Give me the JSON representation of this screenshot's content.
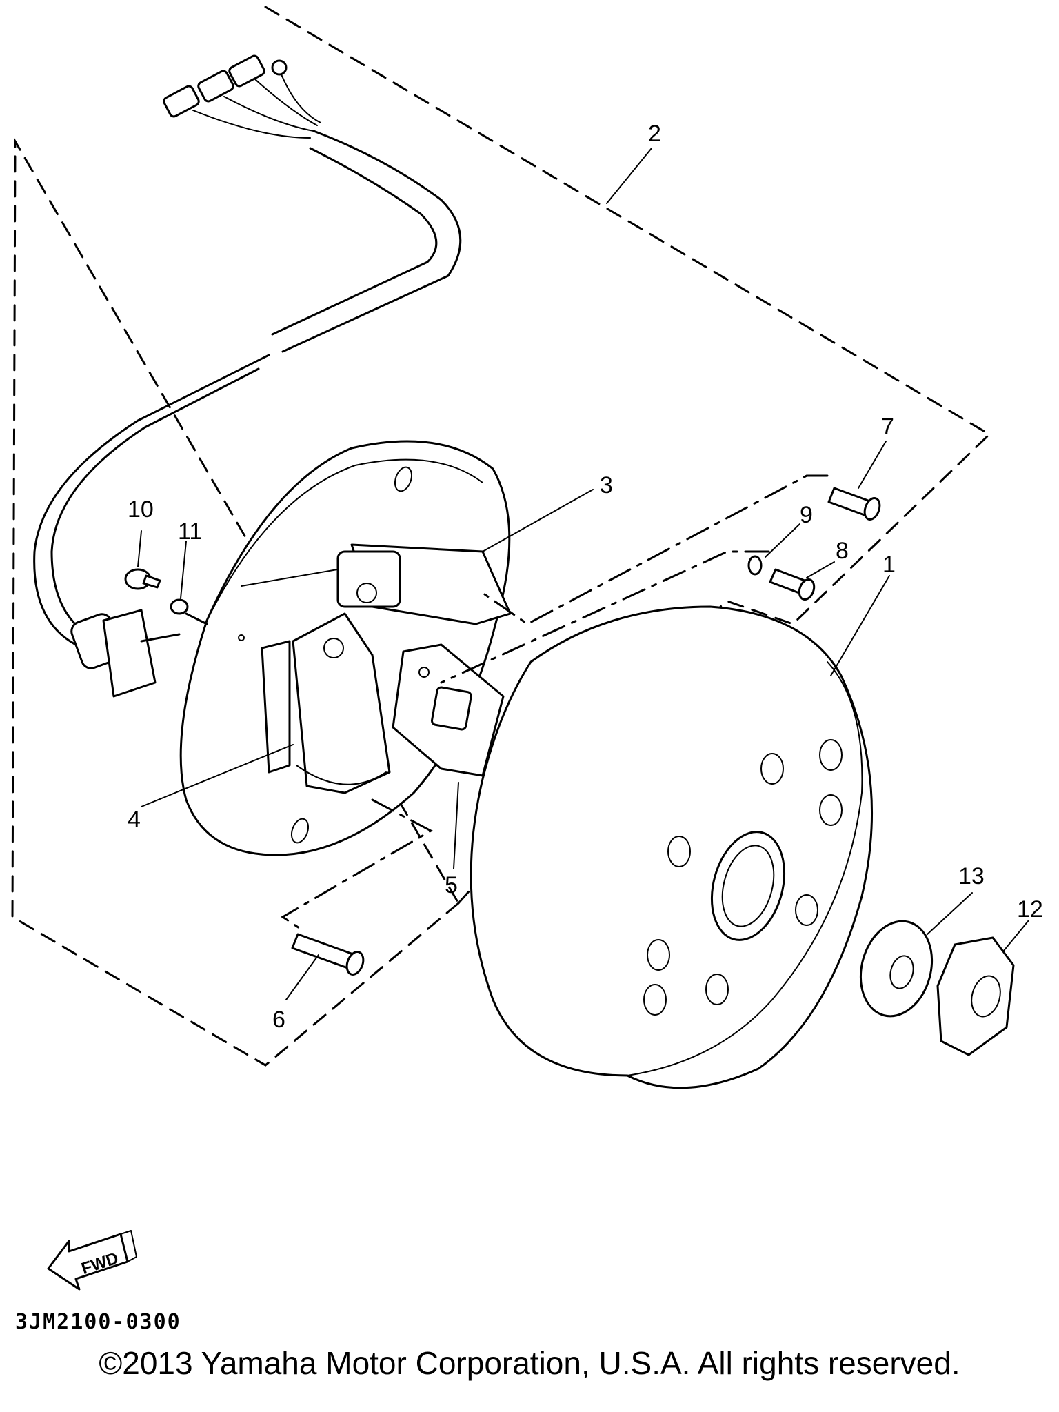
{
  "diagram": {
    "callouts": [
      {
        "id": "1",
        "text": "1"
      },
      {
        "id": "2",
        "text": "2"
      },
      {
        "id": "3",
        "text": "3"
      },
      {
        "id": "4",
        "text": "4"
      },
      {
        "id": "5",
        "text": "5"
      },
      {
        "id": "6",
        "text": "6"
      },
      {
        "id": "7",
        "text": "7"
      },
      {
        "id": "8",
        "text": "8"
      },
      {
        "id": "9",
        "text": "9"
      },
      {
        "id": "10",
        "text": "10"
      },
      {
        "id": "11",
        "text": "11"
      },
      {
        "id": "12",
        "text": "12"
      },
      {
        "id": "13",
        "text": "13"
      }
    ],
    "fwd_label": "FWD",
    "drawing_code": "3JM2100-0300"
  },
  "footer": {
    "copyright": "©2013 Yamaha Motor Corporation, U.S.A. All rights reserved."
  }
}
